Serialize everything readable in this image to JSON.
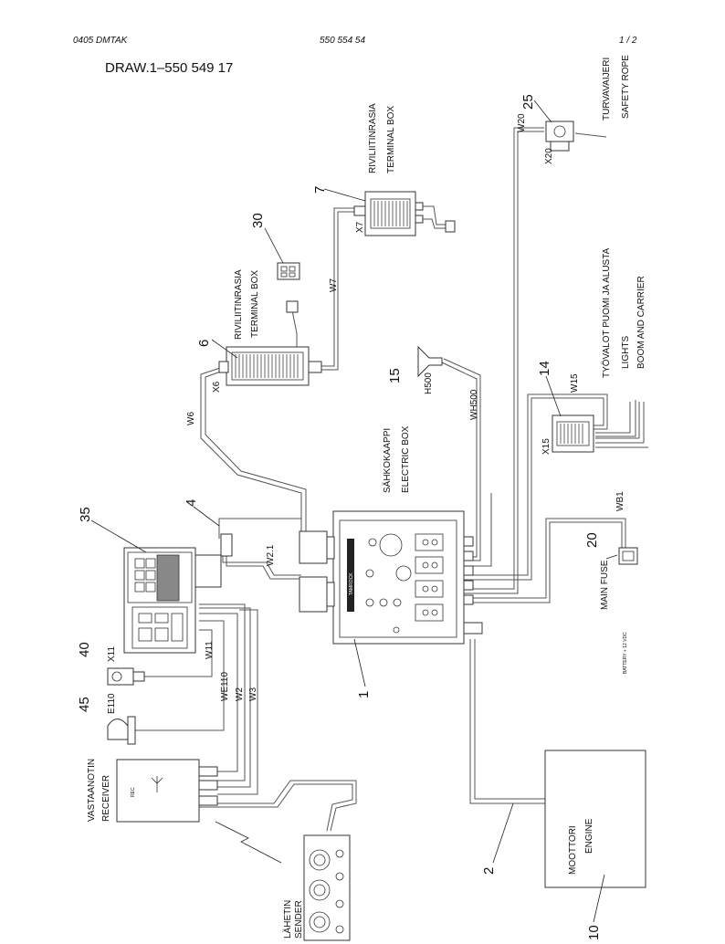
{
  "header": {
    "left": "0405 DMTAK",
    "center": "550 554 54",
    "page": "1 /   2"
  },
  "drawing_title": "DRAW.1–550 549 17",
  "components": {
    "c25": {
      "number": "25",
      "fi": "TURVAVAIJERI",
      "en": "SAFETY ROPE",
      "conn": "X20",
      "wire": "W20"
    },
    "c7": {
      "number": "7",
      "fi": "RIVILIITINRASIA",
      "en": "TERMINAL BOX",
      "conn": "X7"
    },
    "c30": {
      "number": "30"
    },
    "c6": {
      "number": "6",
      "fi": "RIVILIITINRASIA",
      "en": "TERMINAL BOX",
      "conn": "X6"
    },
    "c15": {
      "number": "15",
      "code": "H500",
      "wire": "WH500"
    },
    "c14": {
      "number": "14",
      "fi": "TYÖVALOT PUOMI JA ALUSTA",
      "en1": "LIGHTS",
      "en2": "BOOM AND CARRIER",
      "conn": "X15",
      "wire": "W15"
    },
    "c20": {
      "number": "20",
      "fi": "MAIN FUSE",
      "wire": "WB1",
      "battery": "BATTERY + 12 VDC"
    },
    "electric_box": {
      "fi": "SÄHKOKAAPPI",
      "en": "ELECTRIC BOX",
      "brand": "TAMROCK",
      "number": "1"
    },
    "c35": {
      "number": "35"
    },
    "c4": {
      "number": "4"
    },
    "c40": {
      "number": "40",
      "conn": "X11"
    },
    "c45": {
      "number": "45",
      "code": "E110"
    },
    "receiver": {
      "fi": "VASTAANOTIN",
      "en": "RECEIVER",
      "tag": "REC"
    },
    "sender": {
      "fi": "LÄHETIN",
      "en": "SENDER"
    },
    "engine": {
      "fi": "MOOTTORI",
      "en": "ENGINE",
      "number": "10"
    },
    "c2": {
      "number": "2"
    }
  },
  "wires": {
    "w6": "W6",
    "w7": "W7",
    "w21": "W2.1",
    "w11": "W11",
    "we110": "WE110",
    "w2": "W2",
    "w3": "W3"
  }
}
